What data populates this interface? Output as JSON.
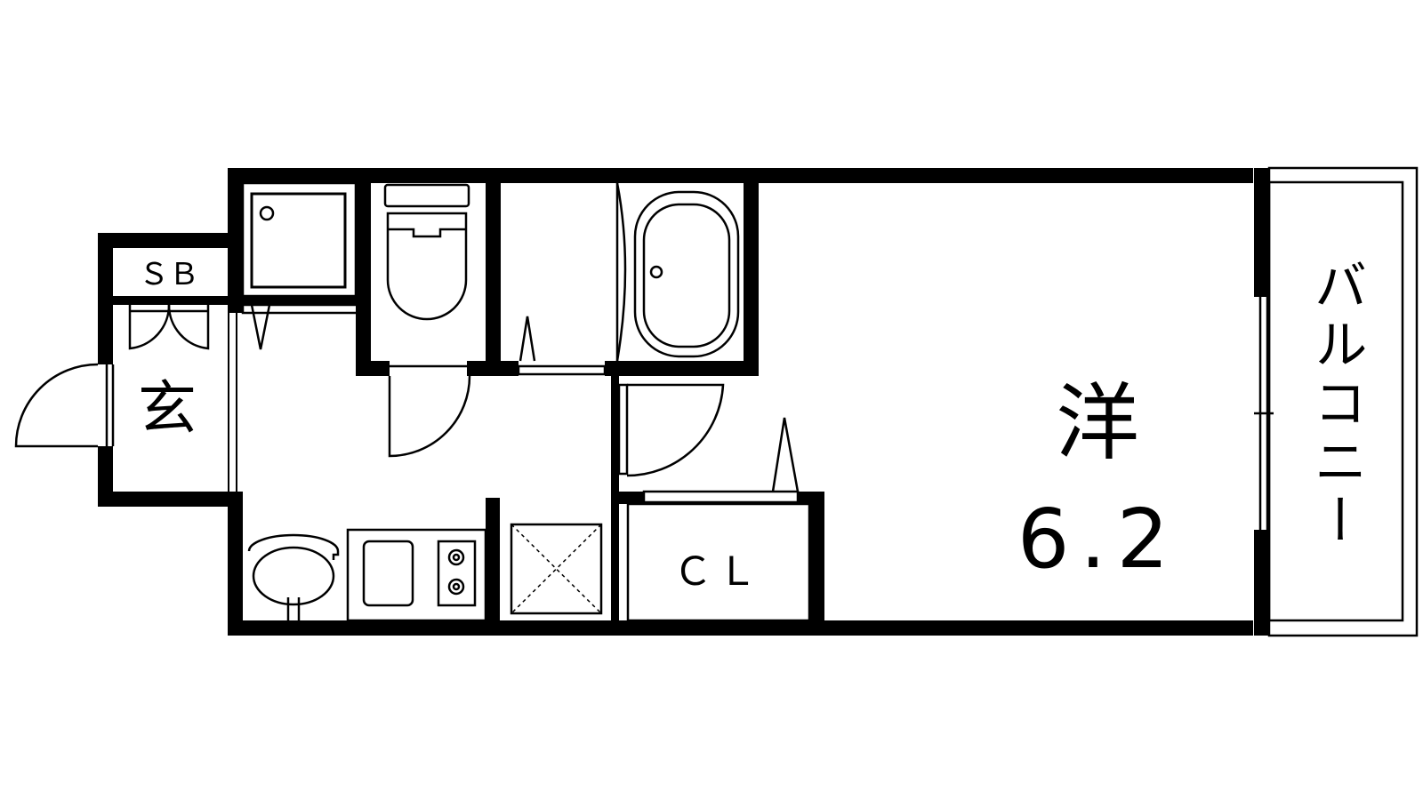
{
  "floor_plan": {
    "rooms": {
      "shoe_box": {
        "label": "ＳＢ"
      },
      "entrance": {
        "label": "玄"
      },
      "western_room": {
        "label": "洋",
        "size": "6.2"
      },
      "closet": {
        "label": "ＣＬ"
      },
      "balcony": {
        "label": "バルコニー"
      }
    },
    "colors": {
      "wall": "#000000",
      "line": "#000000",
      "background": "#ffffff"
    }
  }
}
